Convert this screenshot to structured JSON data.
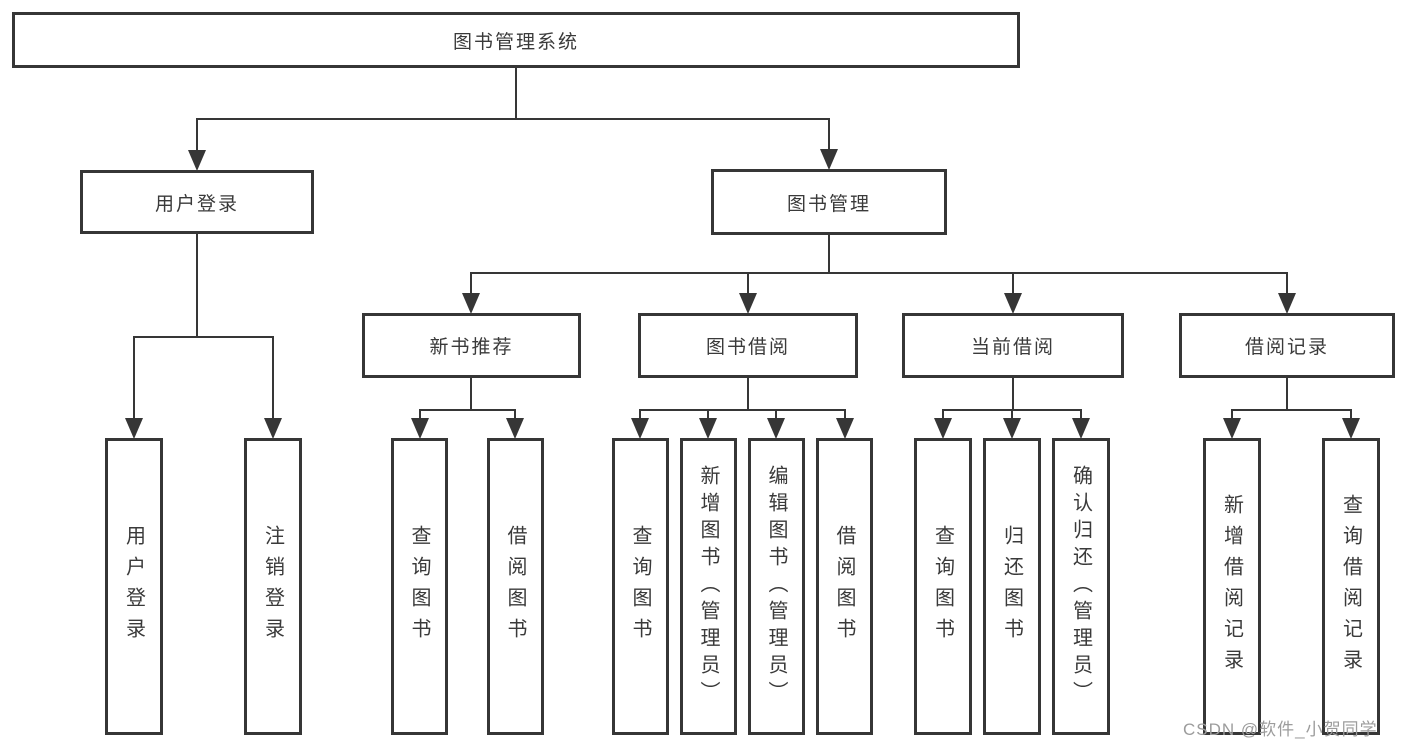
{
  "diagram": {
    "root": {
      "label": "图书管理系统"
    },
    "branches": [
      {
        "label": "用户登录",
        "children": [
          {
            "label": "用户登录"
          },
          {
            "label": "注销登录"
          }
        ]
      },
      {
        "label": "图书管理",
        "children": [
          {
            "label": "新书推荐",
            "children": [
              {
                "label": "查询图书"
              },
              {
                "label": "借阅图书"
              }
            ]
          },
          {
            "label": "图书借阅",
            "children": [
              {
                "label": "查询图书"
              },
              {
                "label": "新增图书（管理员）"
              },
              {
                "label": "编辑图书（管理员）"
              },
              {
                "label": "借阅图书"
              }
            ]
          },
          {
            "label": "当前借阅",
            "children": [
              {
                "label": "查询图书"
              },
              {
                "label": "归还图书"
              },
              {
                "label": "确认归还（管理员）"
              }
            ]
          },
          {
            "label": "借阅记录",
            "children": [
              {
                "label": "新增借阅记录"
              },
              {
                "label": "查询借阅记录"
              }
            ]
          }
        ]
      }
    ]
  },
  "watermark": {
    "text": "CSDN @软件_小贺同学"
  },
  "colors": {
    "line": "#363636",
    "text": "#3a3a3a",
    "background": "#ffffff",
    "watermark": "#9c9c9c"
  }
}
